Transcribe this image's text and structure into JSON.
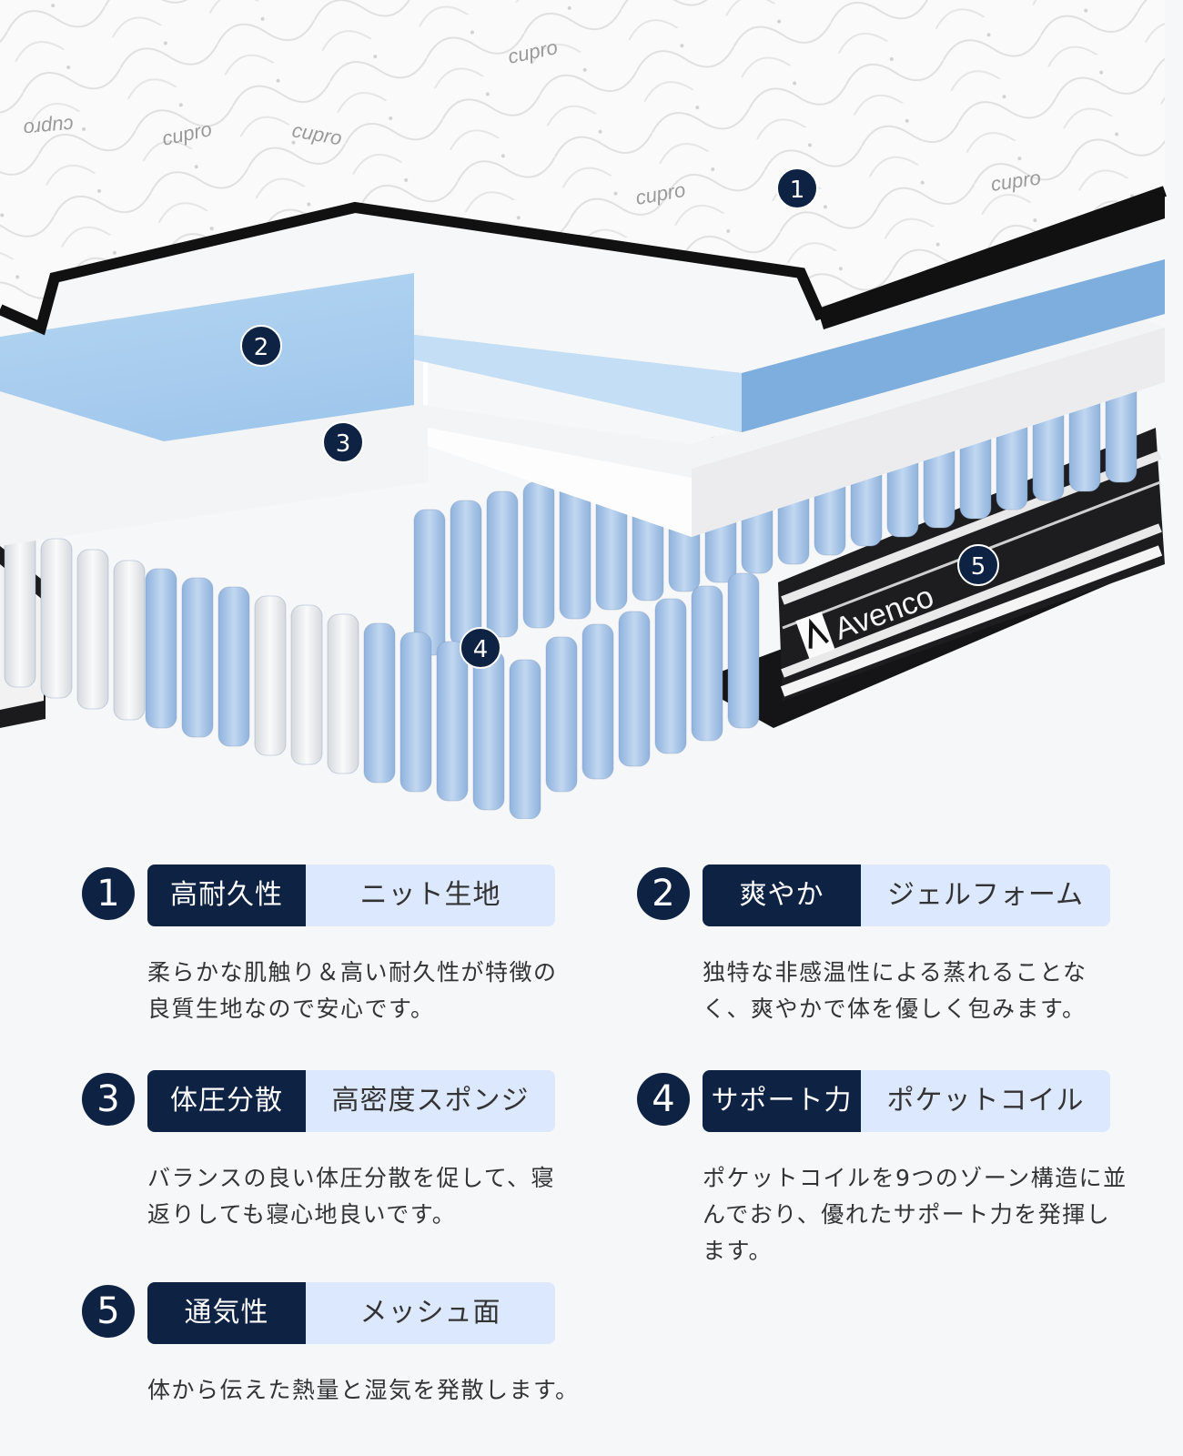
{
  "illustration": {
    "brand": "Avenco",
    "fabric_text": "cupro",
    "markers": [
      "1",
      "2",
      "3",
      "4",
      "5"
    ]
  },
  "features": [
    {
      "num": "1",
      "title": "高耐久性",
      "name": "ニット生地",
      "desc": "柔らかな肌触り＆高い耐久性が特徴の良質生地なので安心です。"
    },
    {
      "num": "2",
      "title": "爽やか",
      "name": "ジェルフォーム",
      "desc": "独特な非感温性による蒸れることなく、爽やかで体を優しく包みます。"
    },
    {
      "num": "3",
      "title": "体圧分散",
      "name": "高密度スポンジ",
      "desc": "バランスの良い体圧分散を促して、寝返りしても寝心地良いです。"
    },
    {
      "num": "4",
      "title": "サポート力",
      "name": "ポケットコイル",
      "desc": "ポケットコイルを9つのゾーン構造に並んでおり、優れたサポート力を発揮します。"
    },
    {
      "num": "5",
      "title": "通気性",
      "name": "メッシュ面",
      "desc": "体から伝えた熱量と湿気を発散します。"
    }
  ],
  "colors": {
    "navy": "#0e2244",
    "tag_bg": "#dbe8fd",
    "gel_blue": "#a9cdee",
    "coil_blue": "#9fc0e4",
    "background": "#f6f7f9"
  }
}
